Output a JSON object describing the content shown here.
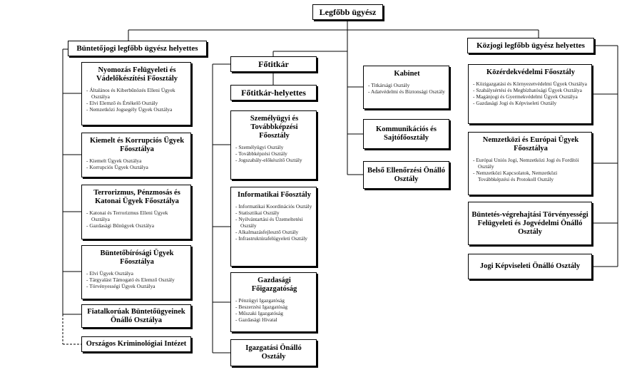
{
  "root": "Legfőbb ügyész",
  "criminal": {
    "head": "Büntetőjogi legfőbb ügyész helyettes",
    "depts": [
      {
        "title": "Nyomozás Felügyeleti és Vádelőkészítési Főosztály",
        "items": [
          "Általános és Kiberbűnözés Elleni Ügyek Osztálya",
          "Elvi Elemző és Értékelő Osztály",
          "Nemzetközi Jogsegély Ügyek Osztálya"
        ]
      },
      {
        "title": "Kiemelt és Korrupciós Ügyek Főosztálya",
        "items": [
          "Kiemelt Ügyek Osztálya",
          "Korrupciós Ügyek Osztálya"
        ]
      },
      {
        "title": "Terrorizmus, Pénzmosás és Katonai Ügyek Főosztálya",
        "items": [
          "Katonai és Terrorizmus Elleni Ügyek Osztálya",
          "Gazdasági Bűnügyek Osztálya"
        ]
      },
      {
        "title": "Büntetőbírósági Ügyek Főosztálya",
        "items": [
          "Elvi Ügyek Osztálya",
          "Tárgyalást Támogató és Elemző Osztály",
          "Törvényességi Ügyek Osztálya"
        ]
      }
    ],
    "juvenile": "Fiatalkorúak Büntetőügyeinek Önálló Osztálya",
    "institute": "Országos Kriminológiai Intézet"
  },
  "secretary": {
    "head": "Főtitkár",
    "deputy": "Főtitkár-helyettes",
    "depts": [
      {
        "title": "Személyügyi és Továbbképzési Főosztály",
        "items": [
          "Személyügyi Osztály",
          "Továbbképzési Osztály",
          "Jogszabály-előkészítő Osztály"
        ]
      },
      {
        "title": "Informatikai Főosztály",
        "items": [
          "Informatikai Koordinációs Osztály",
          "Statisztikai Osztály",
          "Nyilvántartási és Üzemeltetési Osztály",
          "Alkalmazásfejlesztő Osztály",
          "Infrastruktúrafelügyeleti Osztály"
        ]
      },
      {
        "title": "Gazdasági Főigazgatóság",
        "items": [
          "Pénzügyi Igazgatóság",
          "Beszerzési Igazgatóság",
          "Műszaki Igazgatóság",
          "Gazdasági Hivatal"
        ]
      }
    ],
    "admin": "Igazgatási Önálló Osztály"
  },
  "direct": {
    "cabinet": {
      "title": "Kabinet",
      "items": [
        "Titkársági Osztály",
        "Adatvédelmi és Biztonsági Osztály"
      ]
    },
    "comms": "Kommunikációs és Sajtófőosztály",
    "audit": "Belső Ellenőrzési Önálló Osztály"
  },
  "public": {
    "head": "Közjogi legfőbb ügyész helyettes",
    "depts": [
      {
        "title": "Közérdekvédelmi Főosztály",
        "items": [
          "Közigazgatási és Környezetvédelmi Ügyek Osztálya",
          "Szabálysértési és Megbízhatósági Ügyek Osztálya",
          "Magánjogi és Gyermekvédelmi Ügyek Osztálya",
          "Gazdasági Jogi és Képviseleti Osztály"
        ]
      },
      {
        "title": "Nemzetközi és Európai Ügyek Főosztálya",
        "items": [
          "Európai Uniós Jogi, Nemzetközi Jogi és Fordítói Osztály",
          "Nemzetközi Kapcsolatok, Nemzetközi Továbbképzési és Protokoll Osztály"
        ]
      }
    ],
    "penal": "Büntetés-végrehajtási Törvényességi Felügyeleti és Jogvédelmi Önálló Osztály",
    "rep": "Jogi Képviseleti Önálló Osztály"
  }
}
